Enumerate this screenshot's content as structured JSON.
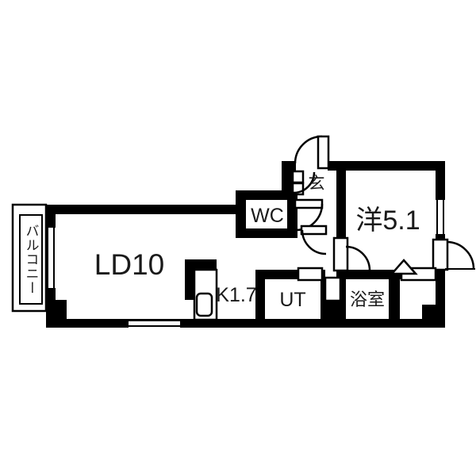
{
  "page": {
    "background": "#ffffff",
    "wall_color": "#000000"
  },
  "floorplan": {
    "labels": {
      "balcony": "バルコニー",
      "living_dining": "LD10",
      "wc": "WC",
      "entrance": "玄",
      "western_room": "洋5.1",
      "kitchen": "K1.7",
      "utility": "UT",
      "bathroom": "浴室"
    }
  }
}
